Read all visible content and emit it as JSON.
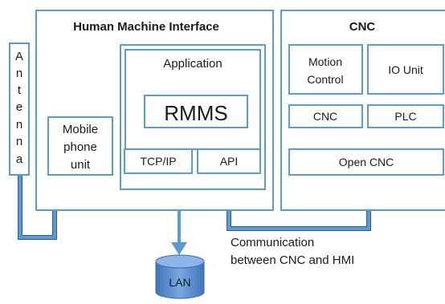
{
  "hmi": {
    "title": "Human Machine Interface"
  },
  "cnc_panel": {
    "title": "CNC"
  },
  "antenna": {
    "letters": [
      "A",
      "n",
      "t",
      "e",
      "n",
      "n",
      "a"
    ]
  },
  "application": {
    "label": "Application"
  },
  "rmms": {
    "label": "RMMS"
  },
  "tcpip": {
    "label": "TCP/IP"
  },
  "api": {
    "label": "API"
  },
  "mobile_unit": {
    "lines": [
      "Mobile",
      "phone",
      "unit"
    ]
  },
  "motion_control": {
    "lines": [
      "Motion",
      "Control"
    ]
  },
  "io_unit": {
    "label": "IO Unit"
  },
  "cnc_block": {
    "label": "CNC"
  },
  "plc": {
    "label": "PLC"
  },
  "open_cnc": {
    "label": "Open CNC"
  },
  "communication": {
    "lines": [
      "Communication",
      "between CNC and HMI"
    ]
  },
  "lan": {
    "label": "LAN"
  },
  "colors": {
    "line": "#5b9bd5",
    "line_dark": "#2e5d8e",
    "lan_fill": "#5b8fcf"
  }
}
